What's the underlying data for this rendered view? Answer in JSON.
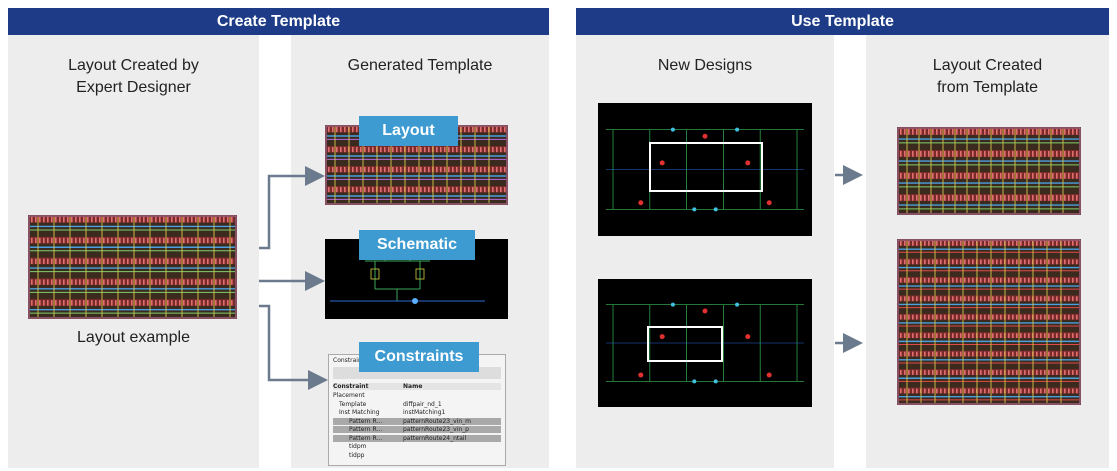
{
  "left_panel": {
    "banner": "Create Template",
    "col1_title_line1": "Layout Created by",
    "col1_title_line2": "Expert Designer",
    "col1_caption": "Layout example",
    "col2_title": "Generated Template",
    "tag_layout": "Layout",
    "tag_schematic": "Schematic",
    "tag_constraints": "Constraints"
  },
  "right_panel": {
    "banner": "Use Template",
    "col3_title": "New Designs",
    "col4_title_line1": "Layout Created",
    "col4_title_line2": "from Template"
  },
  "constraints_window": {
    "title": "Constraints",
    "header_col1": "Constraint",
    "header_col2": "Name",
    "rows": [
      {
        "c1": "Placement",
        "c2": ""
      },
      {
        "c1": "Template",
        "c2": "diffpair_nd_1"
      },
      {
        "c1": "Inst Matching",
        "c2": "instMatching1"
      },
      {
        "c1": "Pattern R...",
        "c2": "patternRoute23_vin_m"
      },
      {
        "c1": "Pattern R...",
        "c2": "patternRoute23_vin_p"
      },
      {
        "c1": "Pattern R...",
        "c2": "patternRoute24_ntail"
      },
      {
        "c1": "tidpm",
        "c2": ""
      },
      {
        "c1": "tidpp",
        "c2": ""
      }
    ]
  },
  "colors": {
    "banner": "#1d3b86",
    "tag": "#3d9bd1",
    "column_bg": "#ededed",
    "arrow": "#6b7a8c"
  }
}
